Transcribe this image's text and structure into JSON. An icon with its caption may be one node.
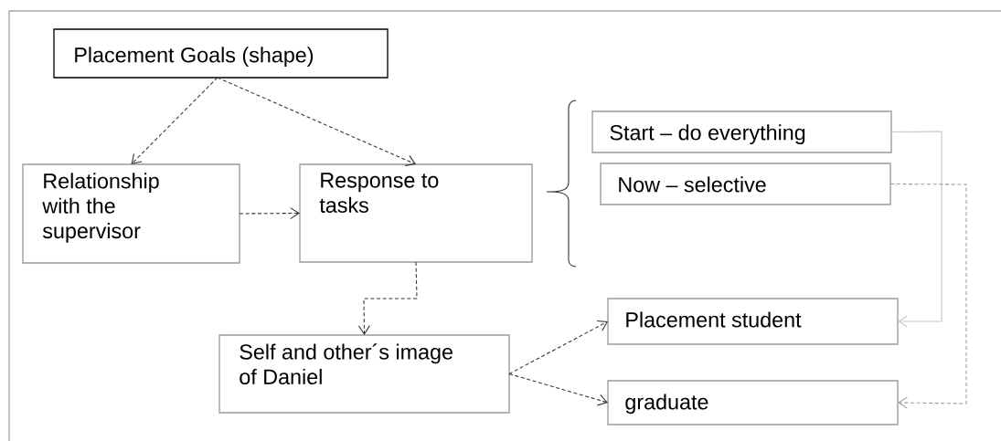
{
  "diagram": {
    "nodes": [
      {
        "text": [
          "Placement Goals (shape)"
        ]
      },
      {
        "text": [
          "Relationship with the supervisor"
        ]
      },
      {
        "text": [
          "Response to tasks"
        ]
      },
      {
        "text": [
          "Start – do everything"
        ]
      },
      {
        "text": [
          "Now – selective"
        ]
      },
      {
        "text": [
          "Self and other´s image of Daniel"
        ]
      },
      {
        "text": [
          "Placement student"
        ]
      },
      {
        "text": [
          "graduate"
        ]
      }
    ],
    "edges": [
      {
        "from": 0,
        "to": 1,
        "arrow": "to",
        "style": "dashed"
      },
      {
        "from": 0,
        "to": 2,
        "arrow": "to",
        "style": "dashed"
      },
      {
        "from": 1,
        "to": 2,
        "arrow": "to",
        "style": "dashed"
      },
      {
        "from": 2,
        "to": 5,
        "arrow": "to",
        "style": "dashed"
      },
      {
        "from": 5,
        "to": 6,
        "arrow": "to",
        "style": "dashed"
      },
      {
        "from": 5,
        "to": 7,
        "arrow": "to",
        "style": "dashed"
      },
      {
        "from": 3,
        "to": 6,
        "arrow": "to",
        "color": "#c8c8c8"
      },
      {
        "from": 4,
        "to": 7,
        "arrow": "to",
        "style": "dashed",
        "color": "#999999"
      }
    ]
  }
}
